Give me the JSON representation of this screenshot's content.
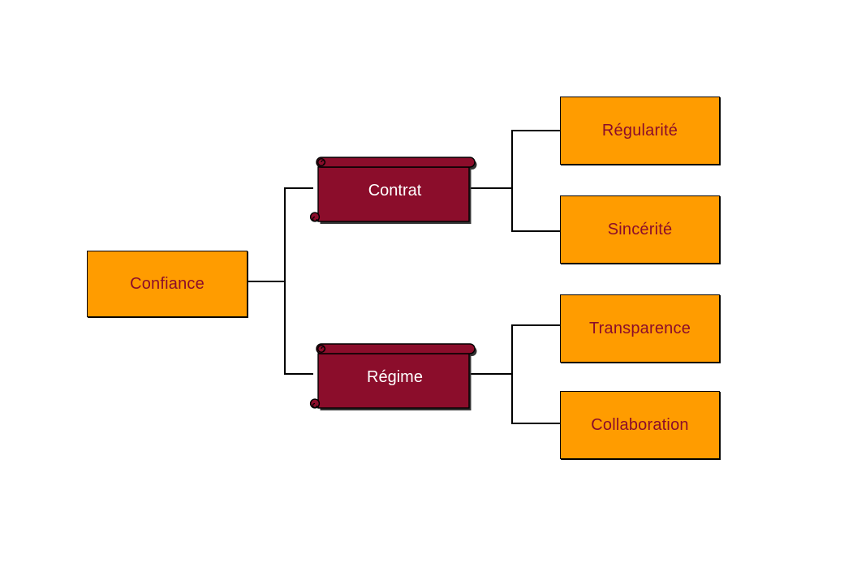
{
  "colors": {
    "background": "#FFFFFF",
    "orange": "#FF9C00",
    "maroon": "#8B0D2B",
    "connector": "#000000",
    "text-on-orange": "#8B0D2B",
    "text-on-maroon": "#FFFFFF"
  },
  "nodes": {
    "confiance": {
      "label": "Confiance",
      "shape": "rectangle",
      "level": 1
    },
    "contrat": {
      "label": "Contrat",
      "shape": "horizontal-scroll",
      "level": 2
    },
    "regime": {
      "label": "Régime",
      "shape": "horizontal-scroll",
      "level": 2
    },
    "regularite": {
      "label": "Régularité",
      "shape": "rectangle",
      "level": 3
    },
    "sincerite": {
      "label": "Sincérité",
      "shape": "rectangle",
      "level": 3
    },
    "transparence": {
      "label": "Transparence",
      "shape": "rectangle",
      "level": 3
    },
    "collaboration": {
      "label": "Collaboration",
      "shape": "rectangle",
      "level": 3
    }
  },
  "hierarchy": {
    "root": "Confiance",
    "branches": [
      {
        "parent": "Contrat",
        "children": [
          "Régularité",
          "Sincérité"
        ]
      },
      {
        "parent": "Régime",
        "children": [
          "Transparence",
          "Collaboration"
        ]
      }
    ]
  }
}
